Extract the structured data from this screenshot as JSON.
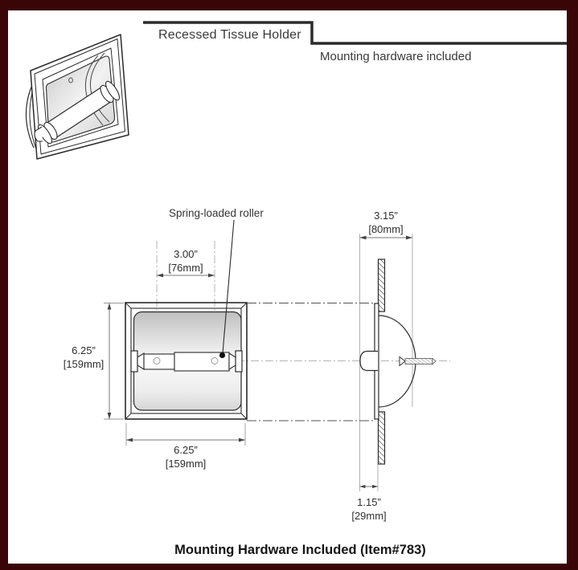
{
  "window": {
    "border_color": "#3a0506",
    "background": "#ffffff"
  },
  "header": {
    "title": "Recessed Tissue Holder",
    "subtitle": "Mounting hardware included"
  },
  "front_view": {
    "callout": "Spring-loaded roller",
    "hole_spacing": {
      "in": "3.00”",
      "mm": "[76mm]"
    },
    "height": {
      "in": "6.25”",
      "mm": "[159mm]"
    },
    "width": {
      "in": "6.25”",
      "mm": "[159mm]"
    }
  },
  "side_view": {
    "depth_overall": {
      "in": "3.15”",
      "mm": "[80mm]"
    },
    "recess_depth": {
      "in": "1.15”",
      "mm": "[29mm]"
    }
  },
  "footer": {
    "caption": "Mounting Hardware Included (Item#783)"
  }
}
